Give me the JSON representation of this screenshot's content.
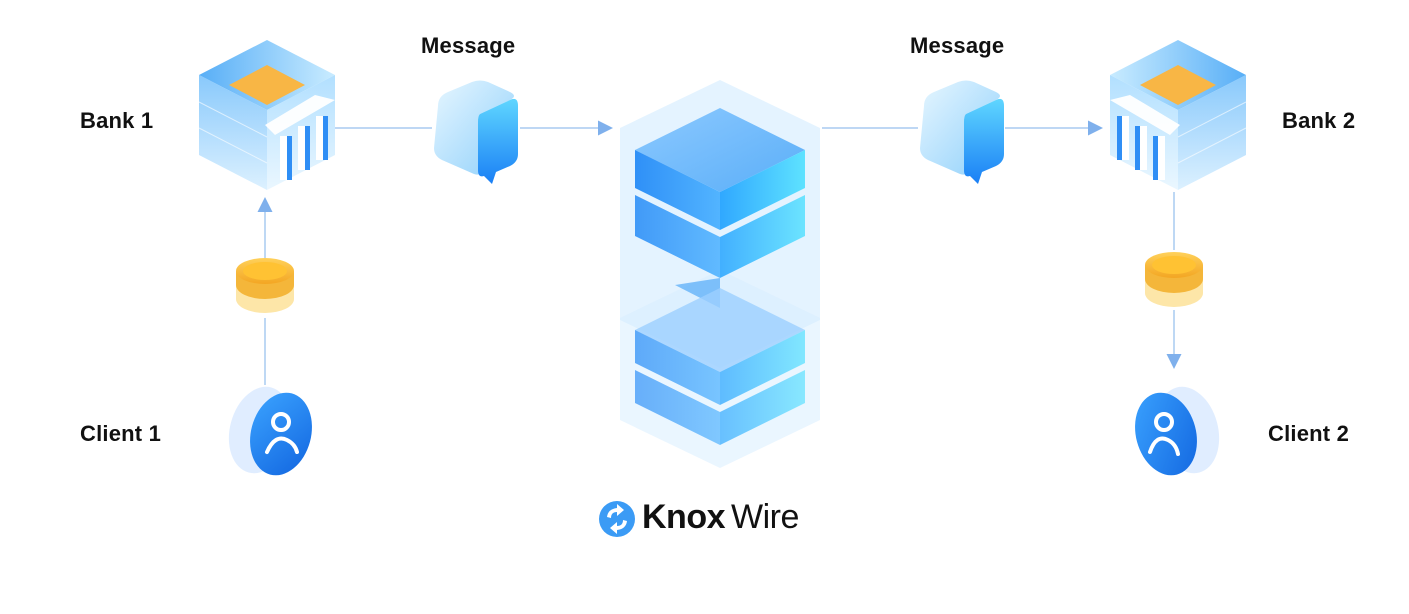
{
  "diagram": {
    "nodes": {
      "bank1": {
        "label": "Bank 1",
        "icon": "bank-cube-icon"
      },
      "bank2": {
        "label": "Bank 2",
        "icon": "bank-cube-icon"
      },
      "client1": {
        "label": "Client 1",
        "icon": "user-coin-icon"
      },
      "client2": {
        "label": "Client 2",
        "icon": "user-coin-icon"
      },
      "message1": {
        "label": "Message",
        "icon": "chat-bubble-cube-icon"
      },
      "message2": {
        "label": "Message",
        "icon": "chat-bubble-cube-icon"
      },
      "hub": {
        "label": "KnoxWire",
        "icon": "stacked-cubes-icon"
      },
      "coin1": {
        "icon": "coin-stack-icon"
      },
      "coin2": {
        "icon": "coin-stack-icon"
      }
    },
    "edges": [
      {
        "from": "client1",
        "to": "bank1",
        "via": "coin1"
      },
      {
        "from": "bank1",
        "to": "hub",
        "via": "message1"
      },
      {
        "from": "hub",
        "to": "bank2",
        "via": "message2"
      },
      {
        "from": "bank2",
        "to": "client2",
        "via": "coin2"
      }
    ],
    "brand": {
      "name_part1": "Knox",
      "name_part2": "Wire",
      "logo_icon": "sync-arrows-icon"
    },
    "colors": {
      "line": "#9cc4f0",
      "blue_primary": "#1a8cff",
      "blue_light": "#bfe3ff",
      "gold": "#f7b733",
      "text": "#111111"
    }
  }
}
